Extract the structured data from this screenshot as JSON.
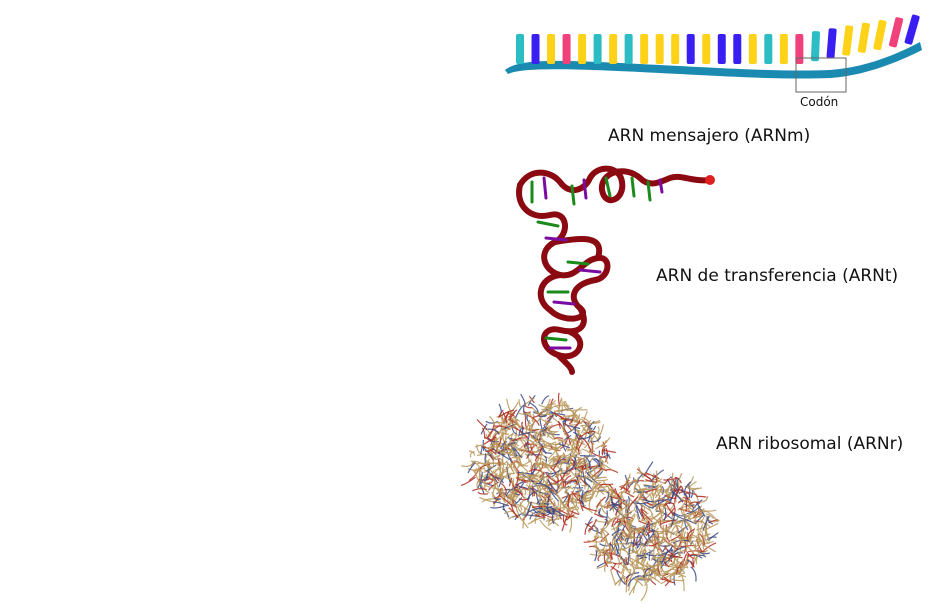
{
  "labels": {
    "codon": "Codón",
    "mrna": "ARN mensajero (ARNm)",
    "trna": "ARN de transferencia (ARNt)",
    "rrna": "ARN ribosomal (ARNr)"
  },
  "colors": {
    "backbone": "#1a8ab0",
    "base_cyan": "#2bbcc4",
    "base_blue": "#3a1ff2",
    "base_yellow": "#ffd21a",
    "base_pink": "#f0417a",
    "trna_red": "#8b0a12",
    "trna_green": "#1a8a1a",
    "trna_purple": "#7a0aa0",
    "ribo_tan": "#b8965a",
    "ribo_red": "#b02a20",
    "ribo_navy": "#3a4a8a"
  },
  "mrna_bases": [
    "cyan",
    "blue",
    "yellow",
    "pink",
    "yellow",
    "cyan",
    "yellow",
    "cyan",
    "yellow",
    "yellow",
    "yellow",
    "blue",
    "yellow",
    "blue",
    "blue",
    "yellow",
    "cyan",
    "yellow",
    "pink",
    "cyan",
    "blue",
    "yellow",
    "yellow",
    "yellow",
    "pink",
    "blue"
  ]
}
